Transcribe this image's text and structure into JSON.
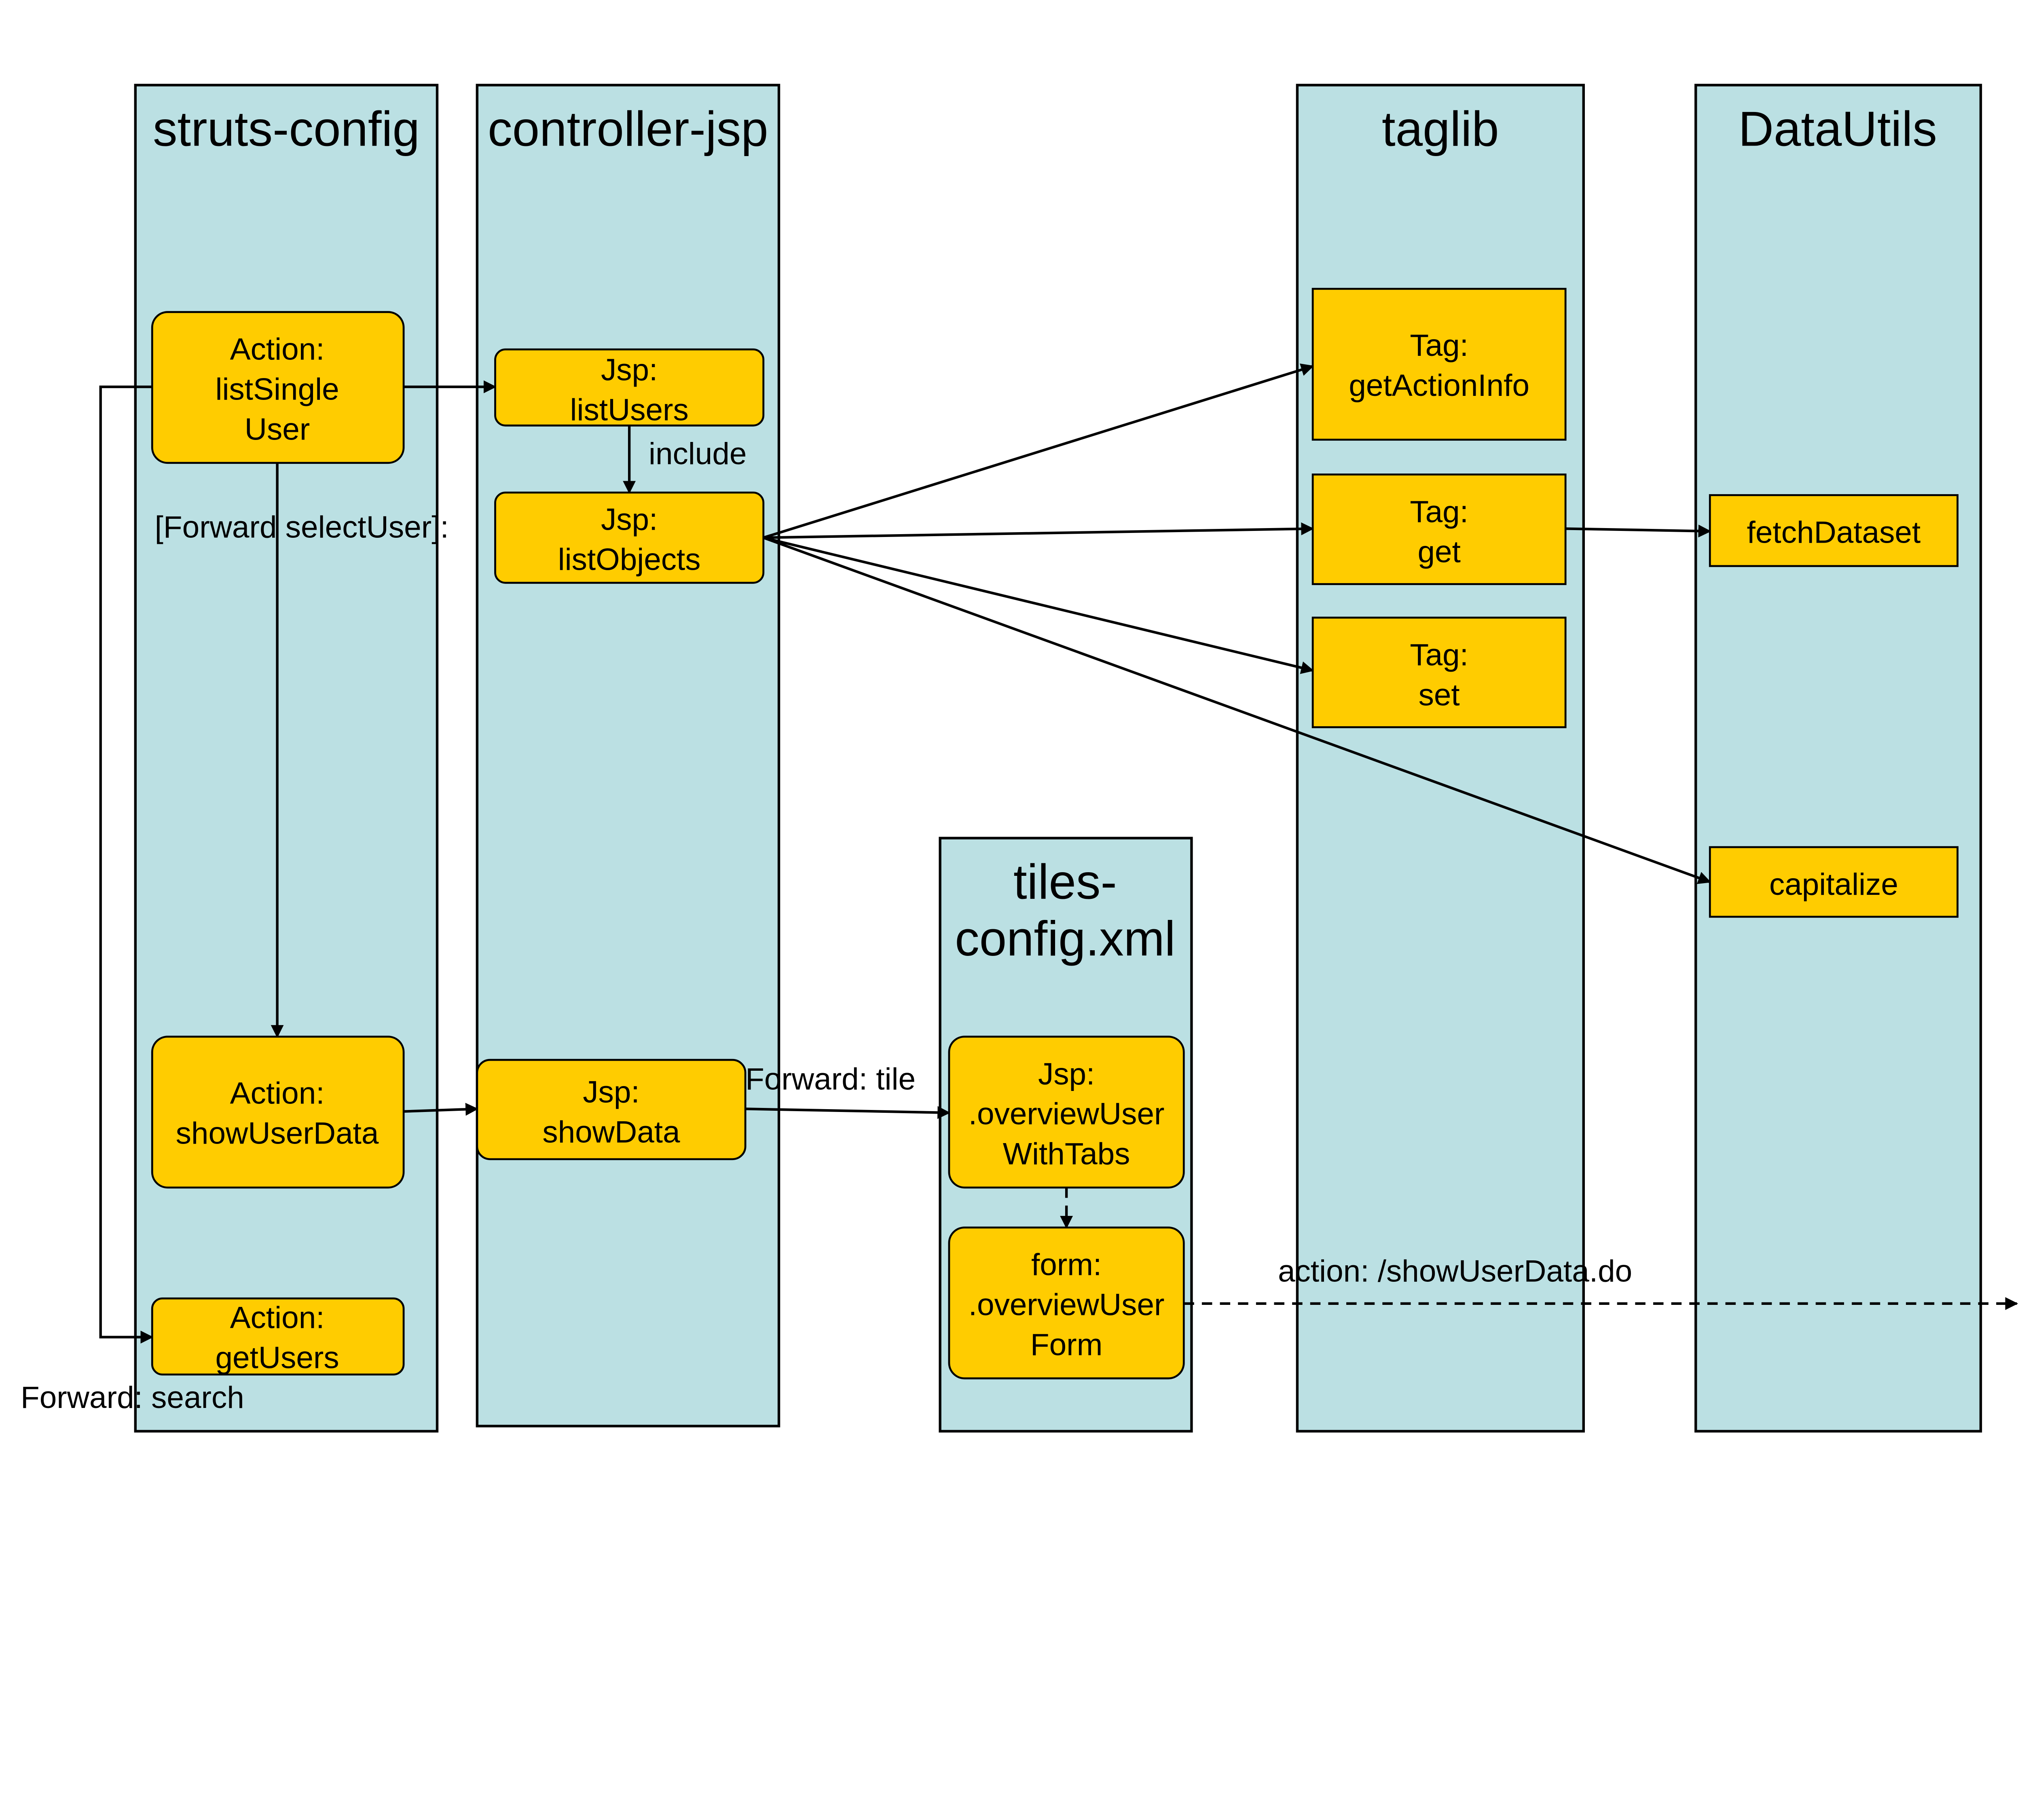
{
  "colors": {
    "lane": "#BBE0E3",
    "node": "#FFCC00",
    "line": "#000000"
  },
  "lanes": {
    "struts": "struts-config",
    "controller": "controller-jsp",
    "tiles": [
      "tiles-",
      "config.xml"
    ],
    "taglib": "taglib",
    "datautils": "DataUtils"
  },
  "nodes": {
    "listSingleUser": [
      "Action:",
      "listSingle",
      "User"
    ],
    "showUserData": [
      "Action:",
      "showUserData"
    ],
    "getUsers": [
      "Action:",
      "getUsers"
    ],
    "listUsers": [
      "Jsp:",
      "listUsers"
    ],
    "listObjects": [
      "Jsp:",
      "listObjects"
    ],
    "showData": [
      "Jsp:",
      "showData"
    ],
    "overviewUserWithTabs": [
      "Jsp:",
      ".overviewUser",
      "WithTabs"
    ],
    "overviewUserForm": [
      "form:",
      ".overviewUser",
      "Form"
    ],
    "getActionInfo": [
      "Tag:",
      "getActionInfo"
    ],
    "get": [
      "Tag:",
      "get"
    ],
    "set": [
      "Tag:",
      "set"
    ],
    "fetchDataset": "fetchDataset",
    "capitalize": "capitalize"
  },
  "labels": {
    "include": "include",
    "forwardSelectUser": "[Forward selectUser]:",
    "forwardTile": "Forward: tile",
    "actionShowUserData": "action: /showUserData.do",
    "forwardSearch": "Forward: search"
  }
}
